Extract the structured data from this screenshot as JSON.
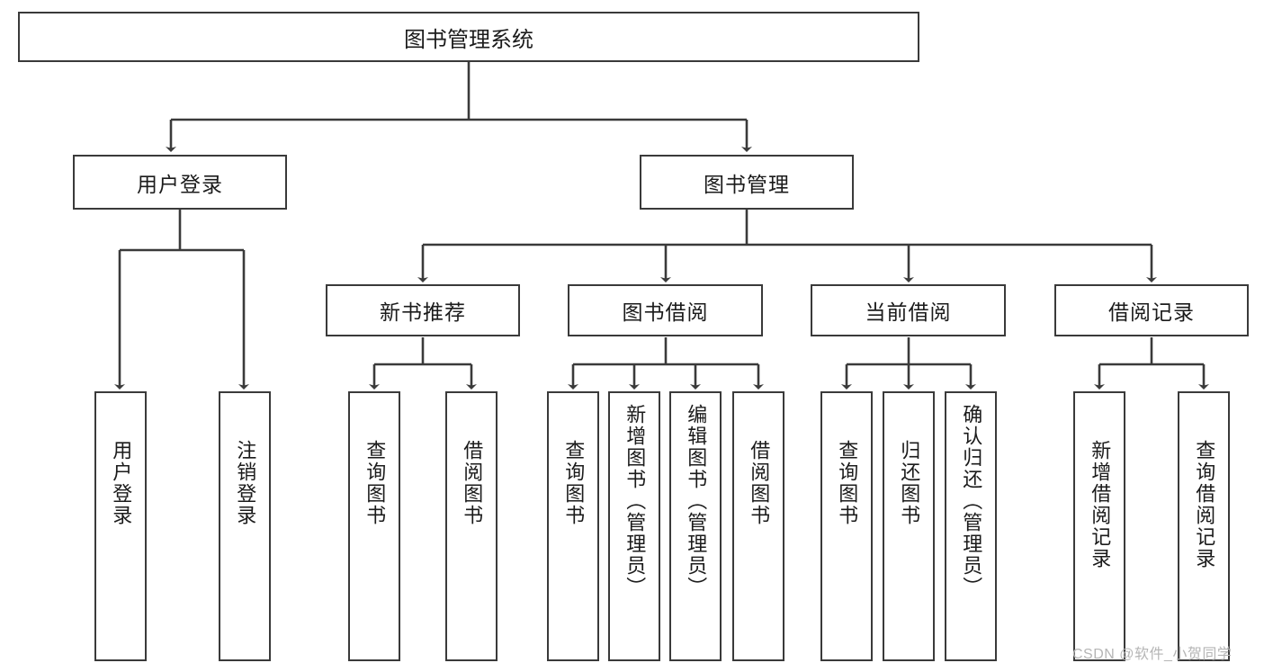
{
  "diagram": {
    "title": "图书管理系统",
    "type": "functional-structure-tree",
    "root": {
      "label": "图书管理系统"
    },
    "level2": [
      {
        "label": "用户登录"
      },
      {
        "label": "图书管理"
      }
    ],
    "level3": [
      {
        "label": "新书推荐",
        "parent": "图书管理"
      },
      {
        "label": "图书借阅",
        "parent": "图书管理"
      },
      {
        "label": "当前借阅",
        "parent": "图书管理"
      },
      {
        "label": "借阅记录",
        "parent": "图书管理"
      }
    ],
    "leaves": {
      "user_login": [
        {
          "label": "用户登录"
        },
        {
          "label": "注销登录"
        }
      ],
      "new_book_recommend": [
        {
          "label": "查询图书"
        },
        {
          "label": "借阅图书"
        }
      ],
      "book_borrow": [
        {
          "label": "查询图书"
        },
        {
          "label": "新增图书（管理员）"
        },
        {
          "label": "编辑图书（管理员）"
        },
        {
          "label": "借阅图书"
        }
      ],
      "current_borrow": [
        {
          "label": "查询图书"
        },
        {
          "label": "归还图书"
        },
        {
          "label": "确认归还（管理员）"
        }
      ],
      "borrow_record": [
        {
          "label": "新增借阅记录"
        },
        {
          "label": "查询借阅记录"
        }
      ]
    }
  },
  "watermark": {
    "text": "CSDN @软件_小贺同学"
  },
  "colors": {
    "stroke": "#3a3a3a",
    "text": "#1b1b1b",
    "background": "#ffffff",
    "watermark": "#b5b5b5"
  }
}
